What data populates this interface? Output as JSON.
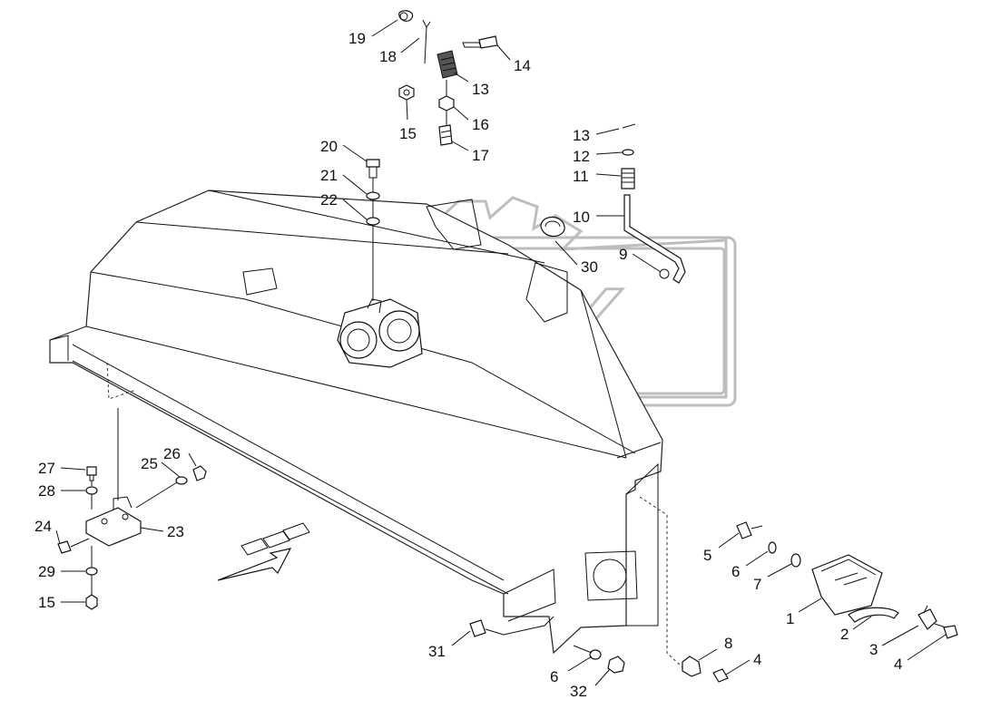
{
  "watermark": {
    "text": "OPEX"
  },
  "labels": {
    "l19": "19",
    "l18": "18",
    "l14": "14",
    "l13a": "13",
    "l15a": "15",
    "l16": "16",
    "l17": "17",
    "l20": "20",
    "l21": "21",
    "l22": "22",
    "l13b": "13",
    "l12": "12",
    "l11": "11",
    "l10": "10",
    "l9": "9",
    "l30": "30",
    "l27": "27",
    "l26": "26",
    "l25": "25",
    "l28": "28",
    "l24": "24",
    "l23": "23",
    "l29": "29",
    "l15b": "15",
    "l5": "5",
    "l6a": "6",
    "l7": "7",
    "l1": "1",
    "l2": "2",
    "l3": "3",
    "l4a": "4",
    "l8": "8",
    "l4b": "4",
    "l31": "31",
    "l6b": "6",
    "l32": "32"
  }
}
